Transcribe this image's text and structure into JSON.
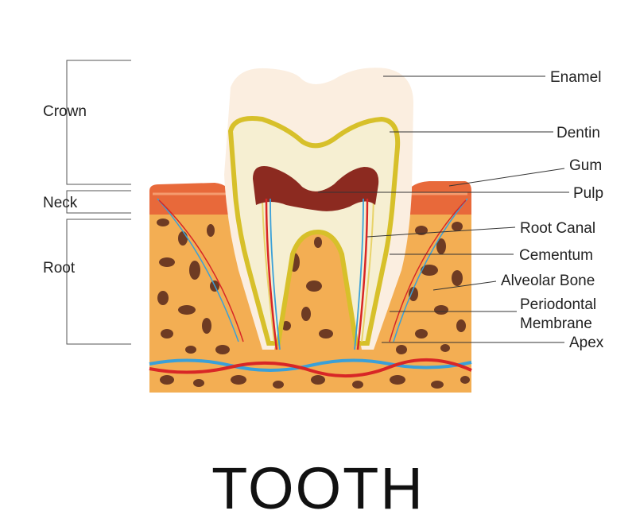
{
  "title": "TOOTH",
  "regions": {
    "crown": "Crown",
    "neck": "Neck",
    "root": "Root"
  },
  "labels": {
    "enamel": "Enamel",
    "dentin": "Dentin",
    "gum": "Gum",
    "pulp": "Pulp",
    "root_canal": "Root Canal",
    "cementum": "Cementum",
    "alveolar_bone": "Alveolar Bone",
    "periodontal_1": "Periodontal",
    "periodontal_2": "Membrane",
    "apex": "Apex"
  },
  "colors": {
    "enamel": "#fbeee0",
    "dentin": "#f6efd2",
    "dentin_border": "#d7c02a",
    "pulp": "#8c2a20",
    "gum": "#e8693a",
    "bone": "#f3ae53",
    "bone_spots": "#6e3b23",
    "nerve_red": "#d82626",
    "nerve_blue": "#3aa0d8"
  }
}
